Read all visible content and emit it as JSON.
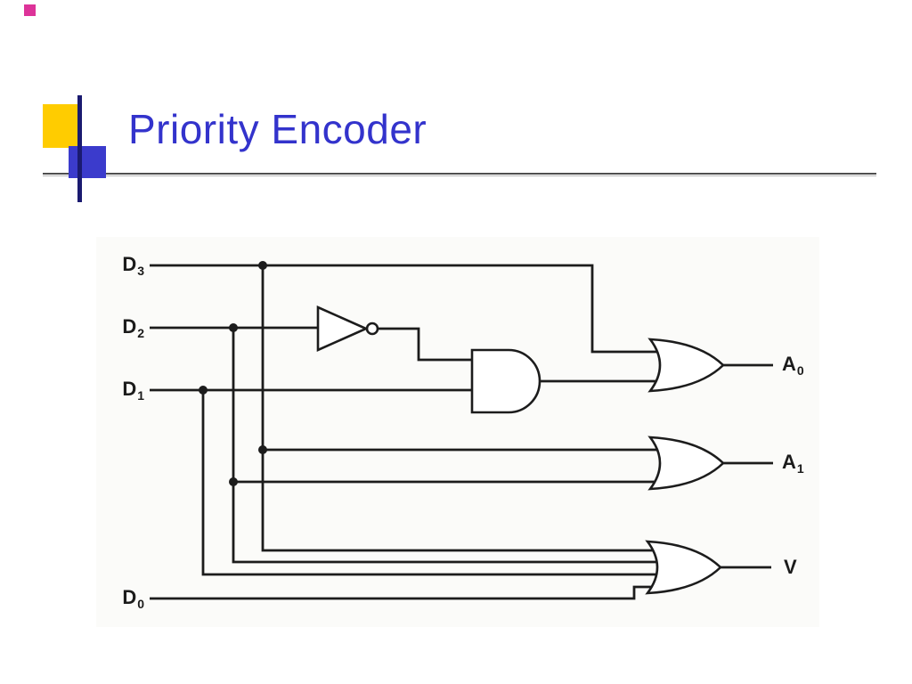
{
  "slide": {
    "title": "Priority Encoder"
  },
  "colors": {
    "title": "#3333cc",
    "accent_pink": "#dd3399",
    "accent_yellow": "#ffcc00",
    "accent_blue": "#3b3bcc",
    "accent_navy": "#1a1a70",
    "rule_gray": "#4f4f4f",
    "wire": "#1c1c1c"
  },
  "diagram": {
    "type": "logic-circuit",
    "inputs": [
      {
        "base": "D",
        "sub": "3"
      },
      {
        "base": "D",
        "sub": "2"
      },
      {
        "base": "D",
        "sub": "1"
      },
      {
        "base": "D",
        "sub": "0"
      }
    ],
    "outputs": [
      {
        "base": "A",
        "sub": "0"
      },
      {
        "base": "A",
        "sub": "1"
      },
      {
        "base": "V",
        "sub": ""
      }
    ],
    "gates": [
      "NOT",
      "AND",
      "OR",
      "OR",
      "OR"
    ],
    "connections": [
      "D3 -> OR(A0)",
      "D3 -> OR(A1)",
      "D3 -> OR(V)",
      "D2 -> NOT",
      "NOT -> AND",
      "D1 -> AND",
      "D1 -> OR(V)",
      "D2 -> OR(A1)",
      "D2 -> OR(V)",
      "AND -> OR(A0)",
      "D0 -> OR(V)"
    ]
  }
}
